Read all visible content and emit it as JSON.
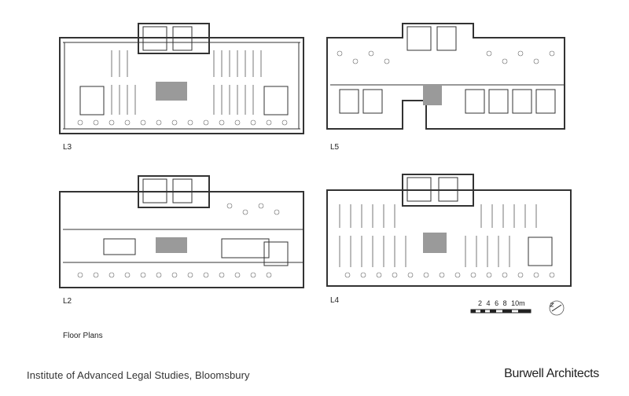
{
  "plans": [
    {
      "label": "L3"
    },
    {
      "label": "L5"
    },
    {
      "label": "L2"
    },
    {
      "label": "L4"
    }
  ],
  "scale_bar": {
    "ticks": [
      "2",
      "4",
      "6",
      "8",
      "10m"
    ]
  },
  "caption": "Floor Plans",
  "footer": {
    "title": "Institute of Advanced Legal Studies, Bloomsbury",
    "brand": "Burwell Architects"
  },
  "colors": {
    "line": "#333333",
    "hatch": "#888888",
    "core": "#9a9a9a"
  }
}
